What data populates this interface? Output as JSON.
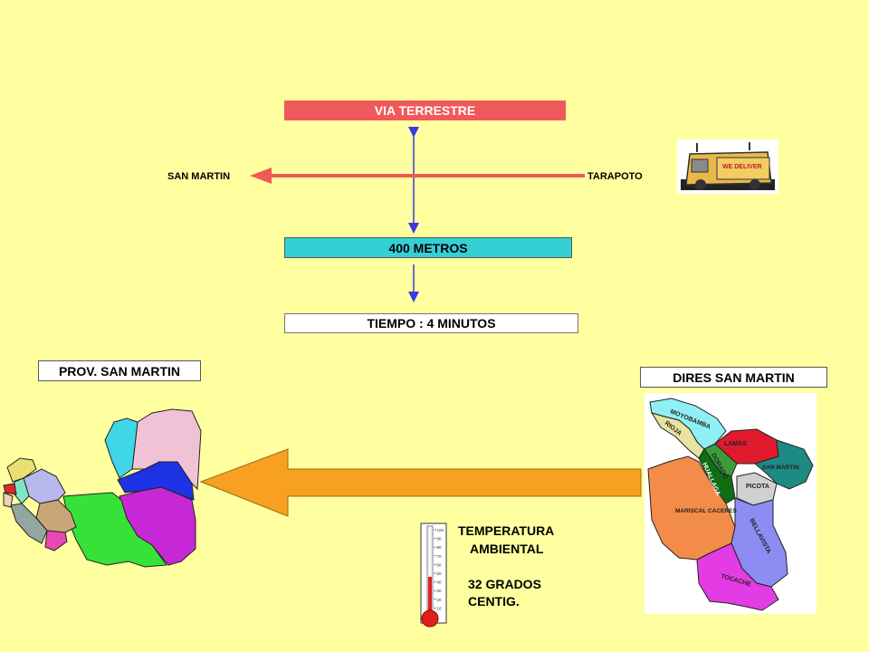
{
  "header": {
    "via_terrestre": "VIA TERRESTRE"
  },
  "route": {
    "origin": "TARAPOTO",
    "destination": "SAN MARTIN",
    "distance": "400 METROS",
    "time": "TIEMPO : 4 MINUTOS"
  },
  "truck": {
    "sign": "WE DELIVER"
  },
  "left_map": {
    "title": "PROV. SAN MARTIN"
  },
  "right_map": {
    "title": "DIRES SAN MARTIN",
    "regions": [
      "MOYOBAMBA",
      "RIOJA",
      "LAMAS",
      "DORADO",
      "HUALLAGA",
      "SAN MARTIN",
      "PICOTA",
      "MARISCAL CACERES",
      "BELLAVISTA",
      "TOCACHE"
    ]
  },
  "thermometer": {
    "scale": [
      "100",
      "90",
      "80",
      "70",
      "60",
      "50",
      "40",
      "30",
      "20",
      "10"
    ]
  },
  "temperature": {
    "line1": "TEMPERATURA",
    "line2": "AMBIENTAL",
    "line3": "32 GRADOS",
    "line4": "CENTIG."
  },
  "colors": {
    "background": "#ffffa0",
    "red_box": "#f0595b",
    "cyan_box": "#35cfd6",
    "red_arrow": "#ef5a55",
    "orange_arrow": "#f7a021",
    "blue_arrow": "#3a3ae0"
  }
}
